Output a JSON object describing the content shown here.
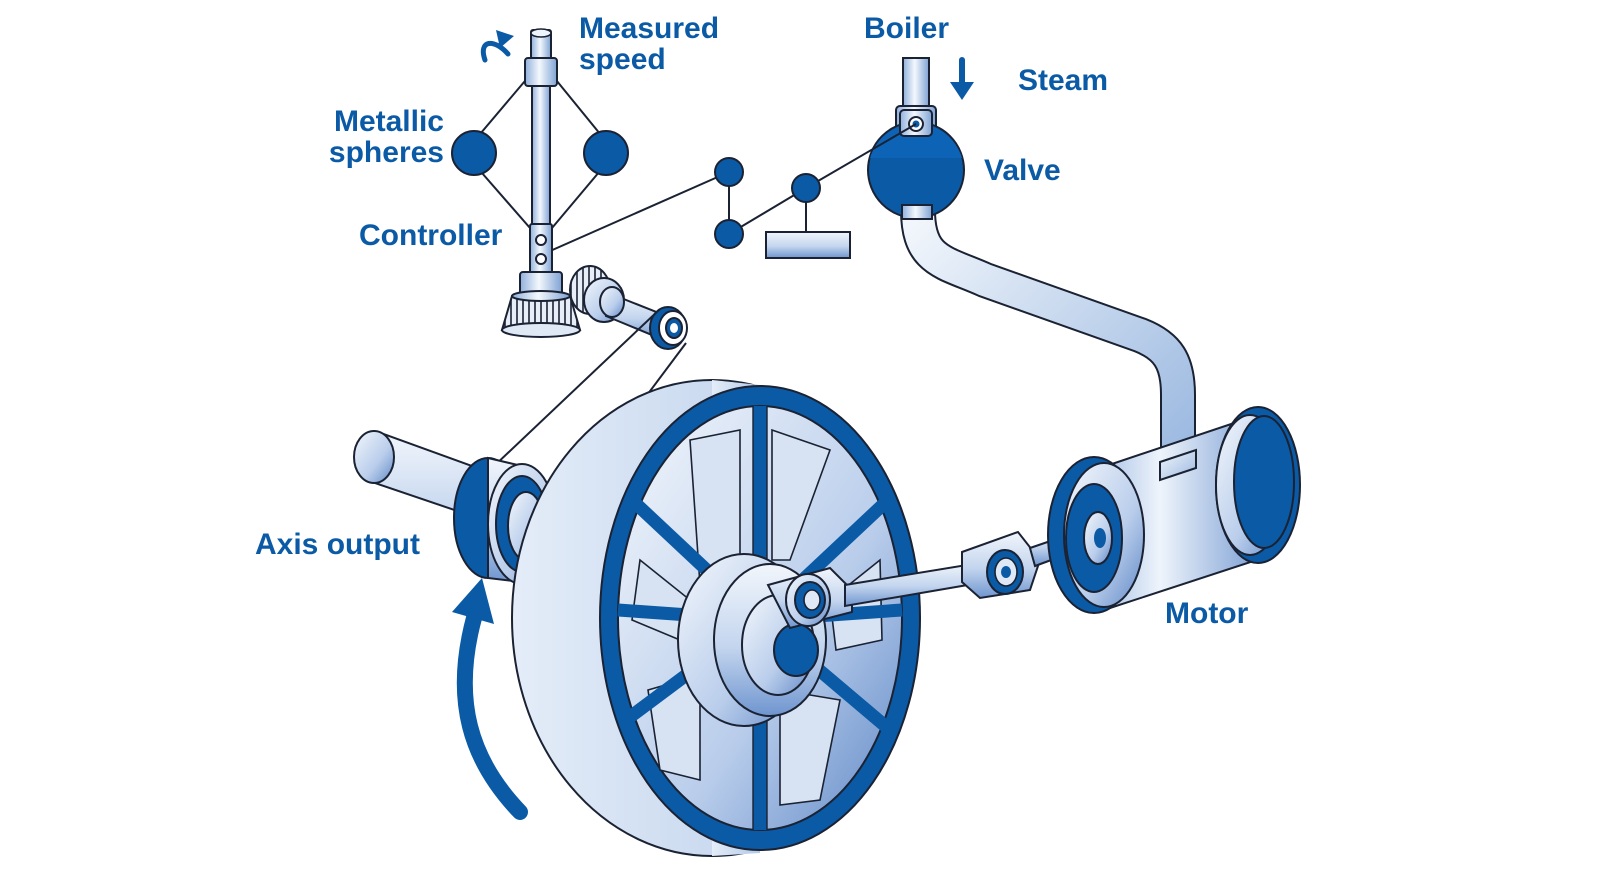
{
  "colors": {
    "primary": "#0b5aa6",
    "dark_blue": "#0a4f98",
    "light_fill": "#dce7f4",
    "outline": "#1a2233",
    "label": "#0b5aa6",
    "background": "#ffffff"
  },
  "labels": {
    "measured_speed": [
      "Measured",
      "speed"
    ],
    "metallic_spheres": [
      "Metallic",
      "spheres"
    ],
    "controller": "Controller",
    "boiler": "Boiler",
    "steam": "Steam",
    "valve": "Valve",
    "axis_output": "Axis output",
    "motor": "Motor"
  },
  "icons": {
    "rotation_arrow": "curved-arrow-icon",
    "steam_arrow": "arrow-down-icon",
    "flywheel_rotation": "curved-arrow-up-icon"
  }
}
